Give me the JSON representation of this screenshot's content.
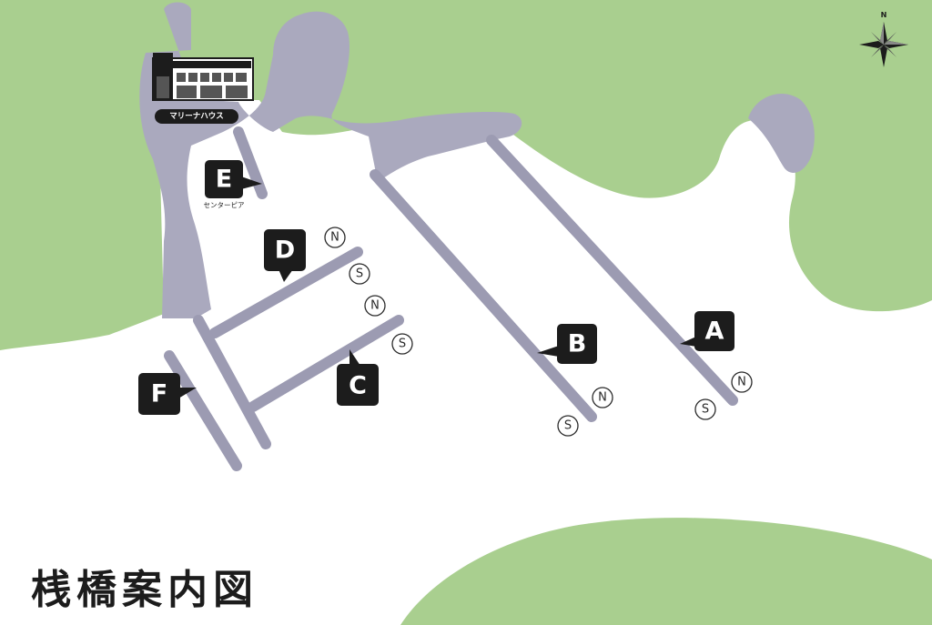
{
  "title": "桟橋案内図",
  "compass": {
    "north_label": "N"
  },
  "marina_house": {
    "label": "マリーナハウス"
  },
  "piers": [
    {
      "id": "A",
      "label": "A",
      "north": "N",
      "south": "S"
    },
    {
      "id": "B",
      "label": "B",
      "north": "N",
      "south": "S"
    },
    {
      "id": "C",
      "label": "C",
      "north": "N",
      "south": "S"
    },
    {
      "id": "D",
      "label": "D",
      "north": "N",
      "south": "S"
    },
    {
      "id": "E",
      "label": "E",
      "sublabel": "センターピア"
    },
    {
      "id": "F",
      "label": "F"
    }
  ],
  "colors": {
    "land": "#a9cf8f",
    "water": "#ffffff",
    "quay": "#aaa9be",
    "pier": "#9c9bb2",
    "label_bg": "#1c1c1c"
  }
}
